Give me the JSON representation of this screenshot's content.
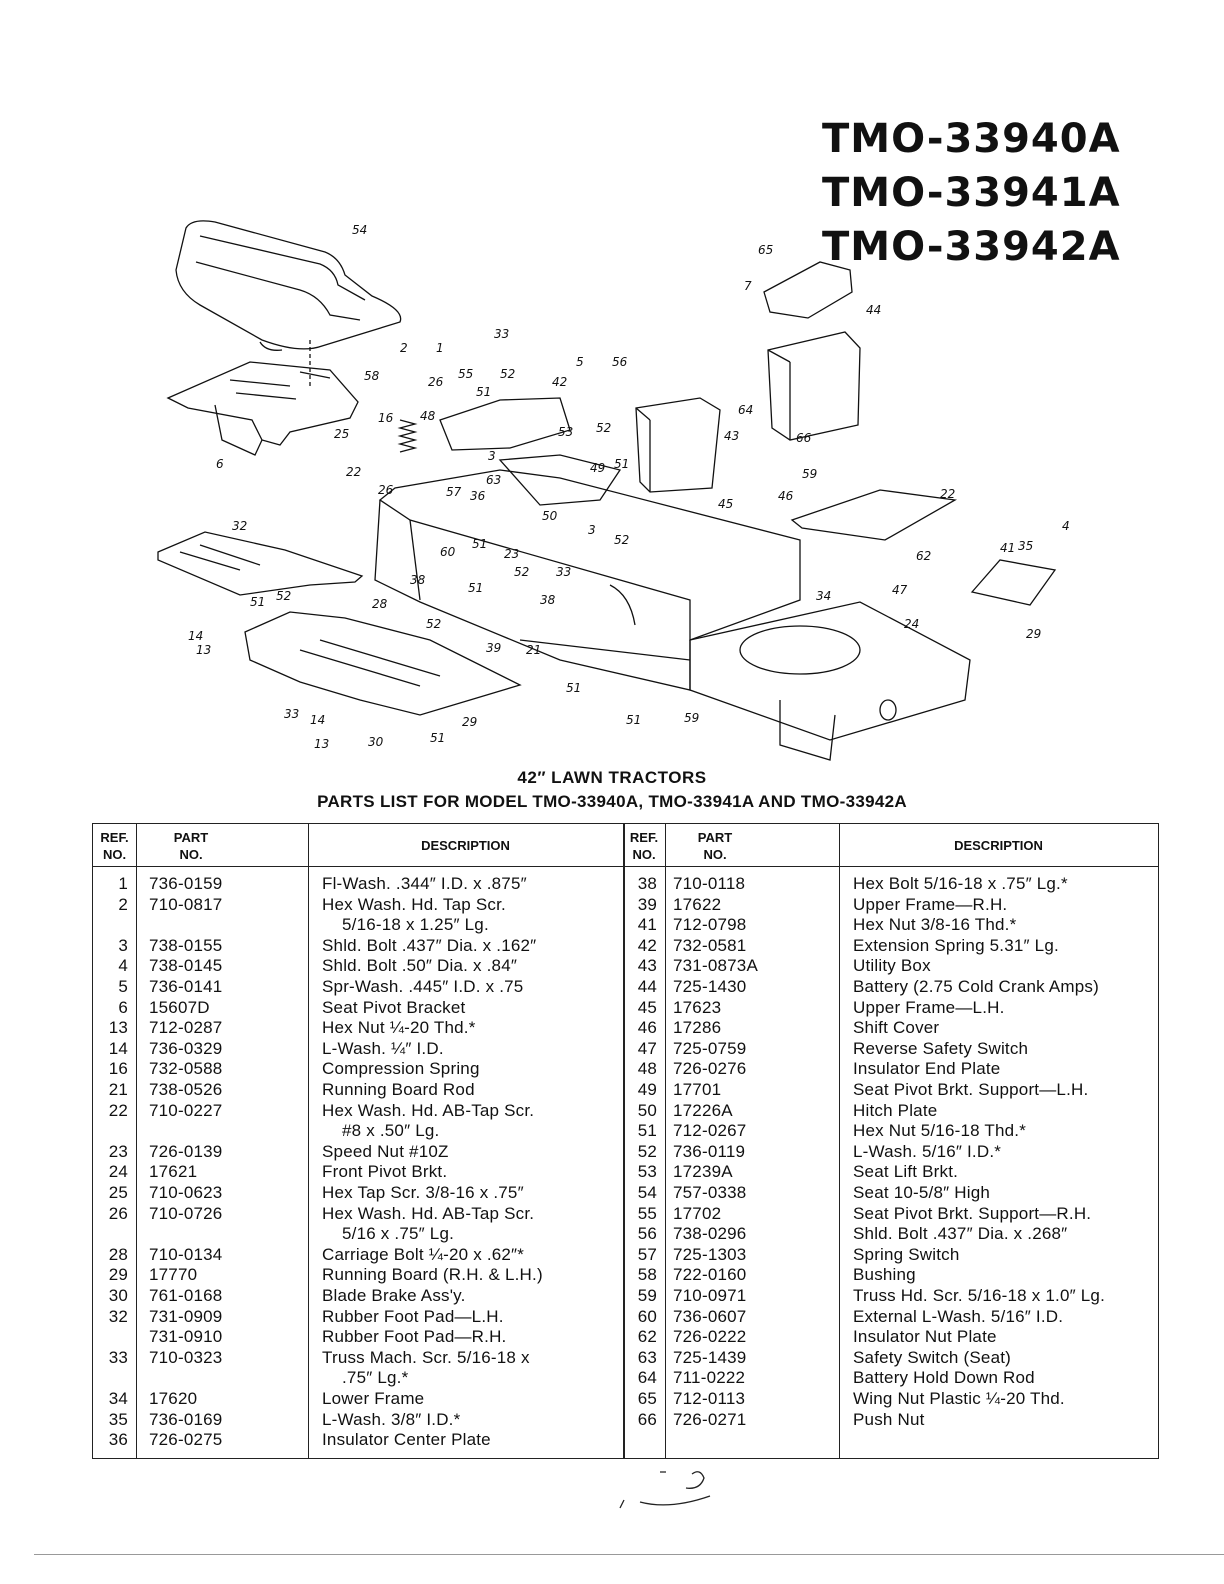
{
  "models": [
    "TMO-33940A",
    "TMO-33941A",
    "TMO-33942A"
  ],
  "title_line1": "42″ LAWN TRACTORS",
  "title_line2": "PARTS LIST FOR MODEL TMO-33940A, TMO-33941A AND TMO-33942A",
  "headers": {
    "ref": [
      "REF.",
      "NO."
    ],
    "part": [
      "PART",
      "NO."
    ],
    "description": "DESCRIPTION"
  },
  "diagram_callouts": [
    "54",
    "65",
    "7",
    "44",
    "33",
    "2",
    "1",
    "5",
    "56",
    "58",
    "26",
    "55",
    "51",
    "52",
    "42",
    "16",
    "48",
    "53",
    "64",
    "66",
    "43",
    "52",
    "22",
    "3",
    "63",
    "49",
    "51",
    "59",
    "26",
    "57",
    "36",
    "45",
    "46",
    "22",
    "4",
    "32",
    "50",
    "3",
    "60",
    "51",
    "23",
    "52",
    "52",
    "51",
    "33",
    "62",
    "47",
    "41",
    "35",
    "51",
    "52",
    "28",
    "38",
    "14",
    "13",
    "38",
    "29",
    "39",
    "21",
    "24",
    "34",
    "52",
    "51",
    "59",
    "33",
    "14",
    "13",
    "30",
    "51",
    "29",
    "6",
    "25"
  ],
  "left_rows": [
    {
      "ref": "1",
      "part": "736-0159",
      "desc": "Fl-Wash. .344″ I.D. x .875″"
    },
    {
      "ref": "2",
      "part": "710-0817",
      "desc": "Hex Wash. Hd. Tap Scr."
    },
    {
      "ref": "",
      "part": "",
      "desc": "5/16-18 x 1.25″ Lg."
    },
    {
      "ref": "3",
      "part": "738-0155",
      "desc": "Shld. Bolt .437″ Dia. x .162″"
    },
    {
      "ref": "4",
      "part": "738-0145",
      "desc": "Shld. Bolt .50″ Dia. x .84″"
    },
    {
      "ref": "5",
      "part": "736-0141",
      "desc": "Spr-Wash. .445″ I.D. x .75"
    },
    {
      "ref": "6",
      "part": "15607D",
      "desc": "Seat Pivot Bracket"
    },
    {
      "ref": "13",
      "part": "712-0287",
      "desc": "Hex Nut ¼-20 Thd.*"
    },
    {
      "ref": "14",
      "part": "736-0329",
      "desc": "L-Wash. ¼″ I.D."
    },
    {
      "ref": "16",
      "part": "732-0588",
      "desc": "Compression Spring"
    },
    {
      "ref": "21",
      "part": "738-0526",
      "desc": "Running Board Rod"
    },
    {
      "ref": "22",
      "part": "710-0227",
      "desc": "Hex Wash. Hd. AB-Tap Scr."
    },
    {
      "ref": "",
      "part": "",
      "desc": "#8 x .50″ Lg."
    },
    {
      "ref": "23",
      "part": "726-0139",
      "desc": "Speed Nut #10Z"
    },
    {
      "ref": "24",
      "part": "17621",
      "desc": "Front Pivot Brkt."
    },
    {
      "ref": "25",
      "part": "710-0623",
      "desc": "Hex Tap Scr. 3/8-16 x .75″"
    },
    {
      "ref": "26",
      "part": "710-0726",
      "desc": "Hex Wash. Hd. AB-Tap Scr."
    },
    {
      "ref": "",
      "part": "",
      "desc": "5/16 x .75″ Lg."
    },
    {
      "ref": "28",
      "part": "710-0134",
      "desc": "Carriage Bolt ¼-20 x .62″*"
    },
    {
      "ref": "29",
      "part": "17770",
      "desc": "Running Board (R.H. & L.H.)"
    },
    {
      "ref": "30",
      "part": "761-0168",
      "desc": "Blade Brake Ass'y."
    },
    {
      "ref": "32",
      "part": "731-0909",
      "desc": "Rubber Foot Pad—L.H."
    },
    {
      "ref": "",
      "part": "731-0910",
      "desc": "Rubber Foot Pad—R.H."
    },
    {
      "ref": "33",
      "part": "710-0323",
      "desc": "Truss Mach. Scr. 5/16-18 x"
    },
    {
      "ref": "",
      "part": "",
      "desc": ".75″ Lg.*"
    },
    {
      "ref": "34",
      "part": "17620",
      "desc": "Lower Frame"
    },
    {
      "ref": "35",
      "part": "736-0169",
      "desc": "L-Wash. 3/8″ I.D.*"
    },
    {
      "ref": "36",
      "part": "726-0275",
      "desc": "Insulator Center Plate"
    }
  ],
  "right_rows": [
    {
      "ref": "38",
      "part": "710-0118",
      "desc": "Hex Bolt 5/16-18 x .75″ Lg.*"
    },
    {
      "ref": "39",
      "part": "17622",
      "desc": "Upper Frame—R.H."
    },
    {
      "ref": "41",
      "part": "712-0798",
      "desc": "Hex Nut 3/8-16 Thd.*"
    },
    {
      "ref": "42",
      "part": "732-0581",
      "desc": "Extension Spring 5.31″ Lg."
    },
    {
      "ref": "43",
      "part": "731-0873A",
      "desc": "Utility Box"
    },
    {
      "ref": "44",
      "part": "725-1430",
      "desc": "Battery (2.75 Cold Crank Amps)"
    },
    {
      "ref": "45",
      "part": "17623",
      "desc": "Upper Frame—L.H."
    },
    {
      "ref": "46",
      "part": "17286",
      "desc": "Shift Cover"
    },
    {
      "ref": "47",
      "part": "725-0759",
      "desc": "Reverse Safety Switch"
    },
    {
      "ref": "48",
      "part": "726-0276",
      "desc": "Insulator End Plate"
    },
    {
      "ref": "49",
      "part": "17701",
      "desc": "Seat Pivot Brkt. Support—L.H."
    },
    {
      "ref": "50",
      "part": "17226A",
      "desc": "Hitch Plate"
    },
    {
      "ref": "51",
      "part": "712-0267",
      "desc": "Hex Nut 5/16-18 Thd.*"
    },
    {
      "ref": "52",
      "part": "736-0119",
      "desc": "L-Wash. 5/16″ I.D.*"
    },
    {
      "ref": "53",
      "part": "17239A",
      "desc": "Seat Lift Brkt."
    },
    {
      "ref": "54",
      "part": "757-0338",
      "desc": "Seat 10-5/8″ High"
    },
    {
      "ref": "55",
      "part": "17702",
      "desc": "Seat Pivot Brkt. Support—R.H."
    },
    {
      "ref": "56",
      "part": "738-0296",
      "desc": "Shld. Bolt .437″ Dia. x .268″"
    },
    {
      "ref": "57",
      "part": "725-1303",
      "desc": "Spring Switch"
    },
    {
      "ref": "58",
      "part": "722-0160",
      "desc": "Bushing"
    },
    {
      "ref": "59",
      "part": "710-0971",
      "desc": "Truss Hd. Scr. 5/16-18 x 1.0″ Lg."
    },
    {
      "ref": "60",
      "part": "736-0607",
      "desc": "External L-Wash. 5/16″ I.D."
    },
    {
      "ref": "62",
      "part": "726-0222",
      "desc": "Insulator Nut Plate"
    },
    {
      "ref": "63",
      "part": "725-1439",
      "desc": "Safety Switch (Seat)"
    },
    {
      "ref": "64",
      "part": "711-0222",
      "desc": "Battery Hold Down Rod"
    },
    {
      "ref": "65",
      "part": "712-0113",
      "desc": "Wing Nut Plastic ¼-20 Thd."
    },
    {
      "ref": "66",
      "part": "726-0271",
      "desc": "Push Nut"
    }
  ]
}
